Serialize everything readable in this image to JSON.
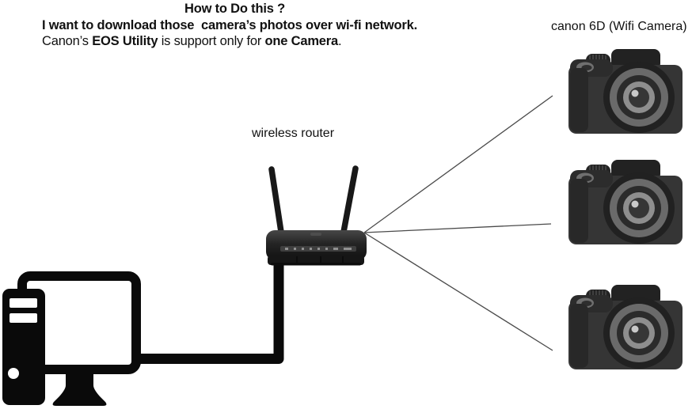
{
  "title_block": {
    "line1": "How to Do this ?",
    "line2": "I want to download those  camera’s photos over wi-fi network.",
    "line3": {
      "p1": "Canon’s ",
      "b1": "EOS Utility",
      "p2": " is support only for ",
      "b2": "one Camera",
      "p3": "."
    }
  },
  "labels": {
    "camera_group_label": "canon 6D (Wifi Camera)",
    "router_label": "wireless router"
  },
  "diagram": {
    "devices": [
      {
        "id": "desktop-computer",
        "type": "desktop-pc-with-monitor"
      },
      {
        "id": "wireless-router",
        "type": "two-antenna-router"
      },
      {
        "id": "camera-1",
        "type": "canon-6d-wifi-camera"
      },
      {
        "id": "camera-2",
        "type": "canon-6d-wifi-camera"
      },
      {
        "id": "camera-3",
        "type": "canon-6d-wifi-camera"
      }
    ],
    "connections": [
      {
        "from": "desktop-computer",
        "to": "wireless-router",
        "kind": "wired-cable"
      },
      {
        "from": "wireless-router",
        "to": "camera-1",
        "kind": "wifi"
      },
      {
        "from": "wireless-router",
        "to": "camera-2",
        "kind": "wifi"
      },
      {
        "from": "wireless-router",
        "to": "camera-3",
        "kind": "wifi"
      }
    ]
  },
  "colors": {
    "background": "#ffffff",
    "text": "#111111",
    "computer_icon": "#0a0a0a",
    "wifi_line": "#4a4a4a",
    "camera_body": "#353535",
    "camera_lens_ring_light": "#8e8e8e",
    "camera_lens_ring_mid": "#6a6a6a",
    "router_body_dark": "#141414"
  }
}
